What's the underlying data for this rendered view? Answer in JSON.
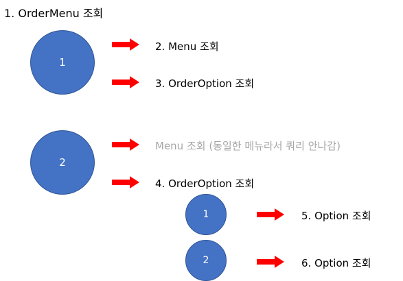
{
  "title": "1. OrderMenu 조회",
  "colors": {
    "node_fill": "#4472c4",
    "arrow": "#ff0000",
    "muted_text": "#a6a6a6"
  },
  "nodes": [
    {
      "label": "1"
    },
    {
      "label": "2"
    },
    {
      "label": "1"
    },
    {
      "label": "2"
    }
  ],
  "steps": [
    {
      "text": "2. Menu 조회"
    },
    {
      "text": "3. OrderOption 조회"
    },
    {
      "text": "Menu 조회 (동일한 메뉴라서 쿼리 안나감)"
    },
    {
      "text": "4. OrderOption 조회"
    },
    {
      "text": "5. Option 조회"
    },
    {
      "text": "6. Option 조회"
    }
  ]
}
